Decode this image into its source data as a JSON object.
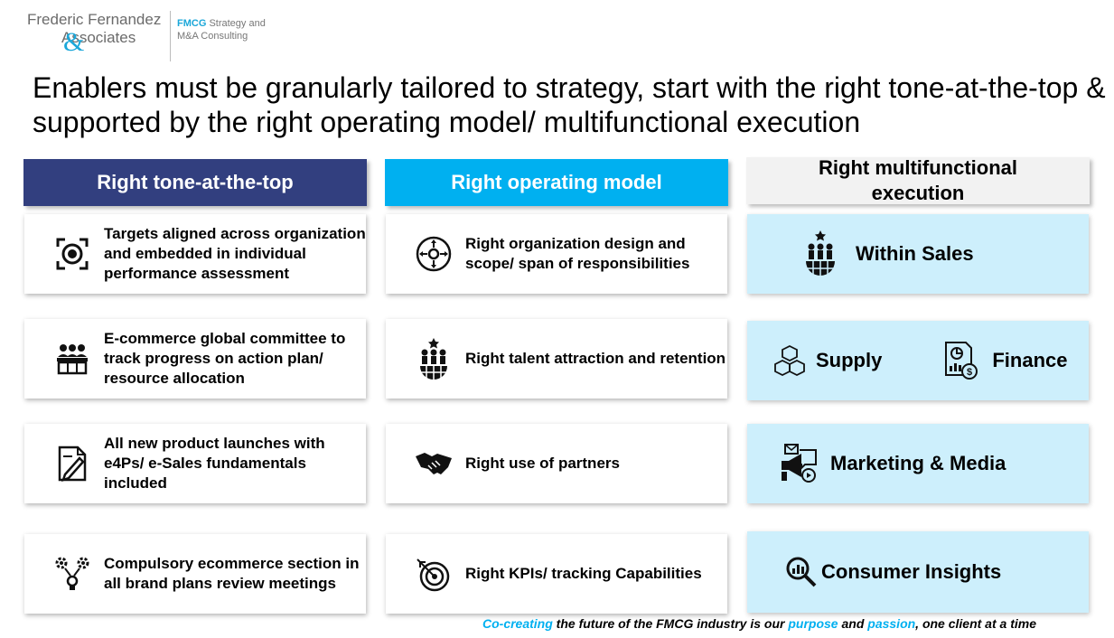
{
  "logo": {
    "line1": "Frederic Fernandez",
    "amp": "&",
    "line2": "Associates",
    "tag_brand": "FMCG",
    "tag_rest1": " Strategy and",
    "tag_line2": "M&A Consulting"
  },
  "title": "Enablers must be granularly tailored to strategy, start with the right tone-at-the-top & supported by the right operating model/ multifunctional execution",
  "columns": {
    "tone": {
      "header": "Right tone-at-the-top",
      "items": [
        {
          "icon": "target-icon",
          "text": "Targets aligned across organization and embedded in individual performance assessment"
        },
        {
          "icon": "committee-icon",
          "text": "E-commerce global committee to track progress on action plan/ resource allocation"
        },
        {
          "icon": "document-pen-icon",
          "text": "All new product launches with e4Ps/ e-Sales fundamentals included"
        },
        {
          "icon": "gears-lightbulb-icon",
          "text": "Compulsory ecommerce section in all brand plans review meetings"
        }
      ]
    },
    "operating": {
      "header": "Right operating model",
      "items": [
        {
          "icon": "org-design-icon",
          "text": "Right organization design and scope/ span of responsibilities"
        },
        {
          "icon": "talent-icon",
          "text": "Right talent attraction and retention"
        },
        {
          "icon": "handshake-icon",
          "text": "Right use of partners"
        },
        {
          "icon": "kpi-target-icon",
          "text": "Right KPIs/ tracking Capabilities"
        }
      ]
    },
    "execution": {
      "header": "Right multifunctional execution",
      "items": {
        "sales": {
          "icon": "team-globe-icon",
          "label": "Within Sales"
        },
        "supply": {
          "icon": "boxes-icon",
          "label": "Supply"
        },
        "finance": {
          "icon": "finance-report-icon",
          "label": "Finance"
        },
        "marketing": {
          "icon": "megaphone-icon",
          "label": "Marketing & Media"
        },
        "insights": {
          "icon": "magnifier-chart-icon",
          "label": "Consumer Insights"
        }
      }
    }
  },
  "footer": {
    "p1": "Co-creating",
    "p2": " the future of the FMCG industry is our ",
    "p3": "purpose",
    "p4": " and ",
    "p5": "passion",
    "p6": ", one client at a time"
  },
  "colors": {
    "navy": "#323f7f",
    "cyan": "#00b0f0",
    "light_blue": "#cdeffc"
  }
}
